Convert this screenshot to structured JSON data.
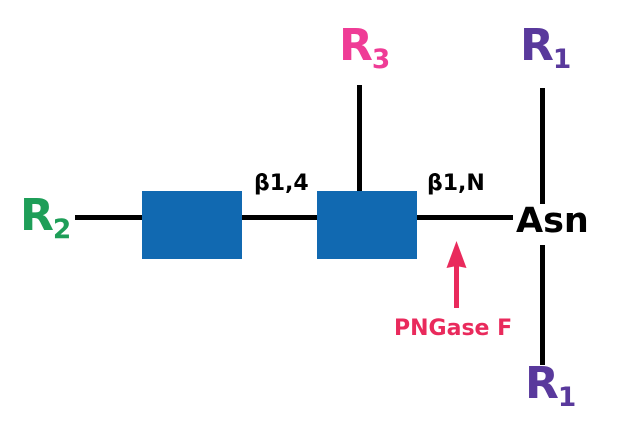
{
  "diagram": {
    "description": "Glycan schematic showing PNGase F cleavage of the beta-1,N bond between the innermost GlcNAc and asparagine",
    "residues": [
      {
        "id": "glcnac-1",
        "shape": "square",
        "color": "#1169B1"
      },
      {
        "id": "glcnac-2",
        "shape": "square",
        "color": "#1169B1"
      }
    ],
    "labels": {
      "r2": "R",
      "r2_sub": "2",
      "r3": "R",
      "r3_sub": "3",
      "r1_top": "R",
      "r1_top_sub": "1",
      "r1_bottom": "R",
      "r1_bottom_sub": "1",
      "asn": "Asn",
      "beta14": "β1,4",
      "beta1n": "β1,N",
      "enzyme": "PNGase F"
    },
    "colors": {
      "square_blue": "#1169B1",
      "r2_green": "#1E9E58",
      "r3_pink": "#EF3C96",
      "r1_purple": "#59399C",
      "enzyme_crimson": "#E92A5C",
      "bond_black": "#000000",
      "background": "#FFFFFF"
    }
  }
}
